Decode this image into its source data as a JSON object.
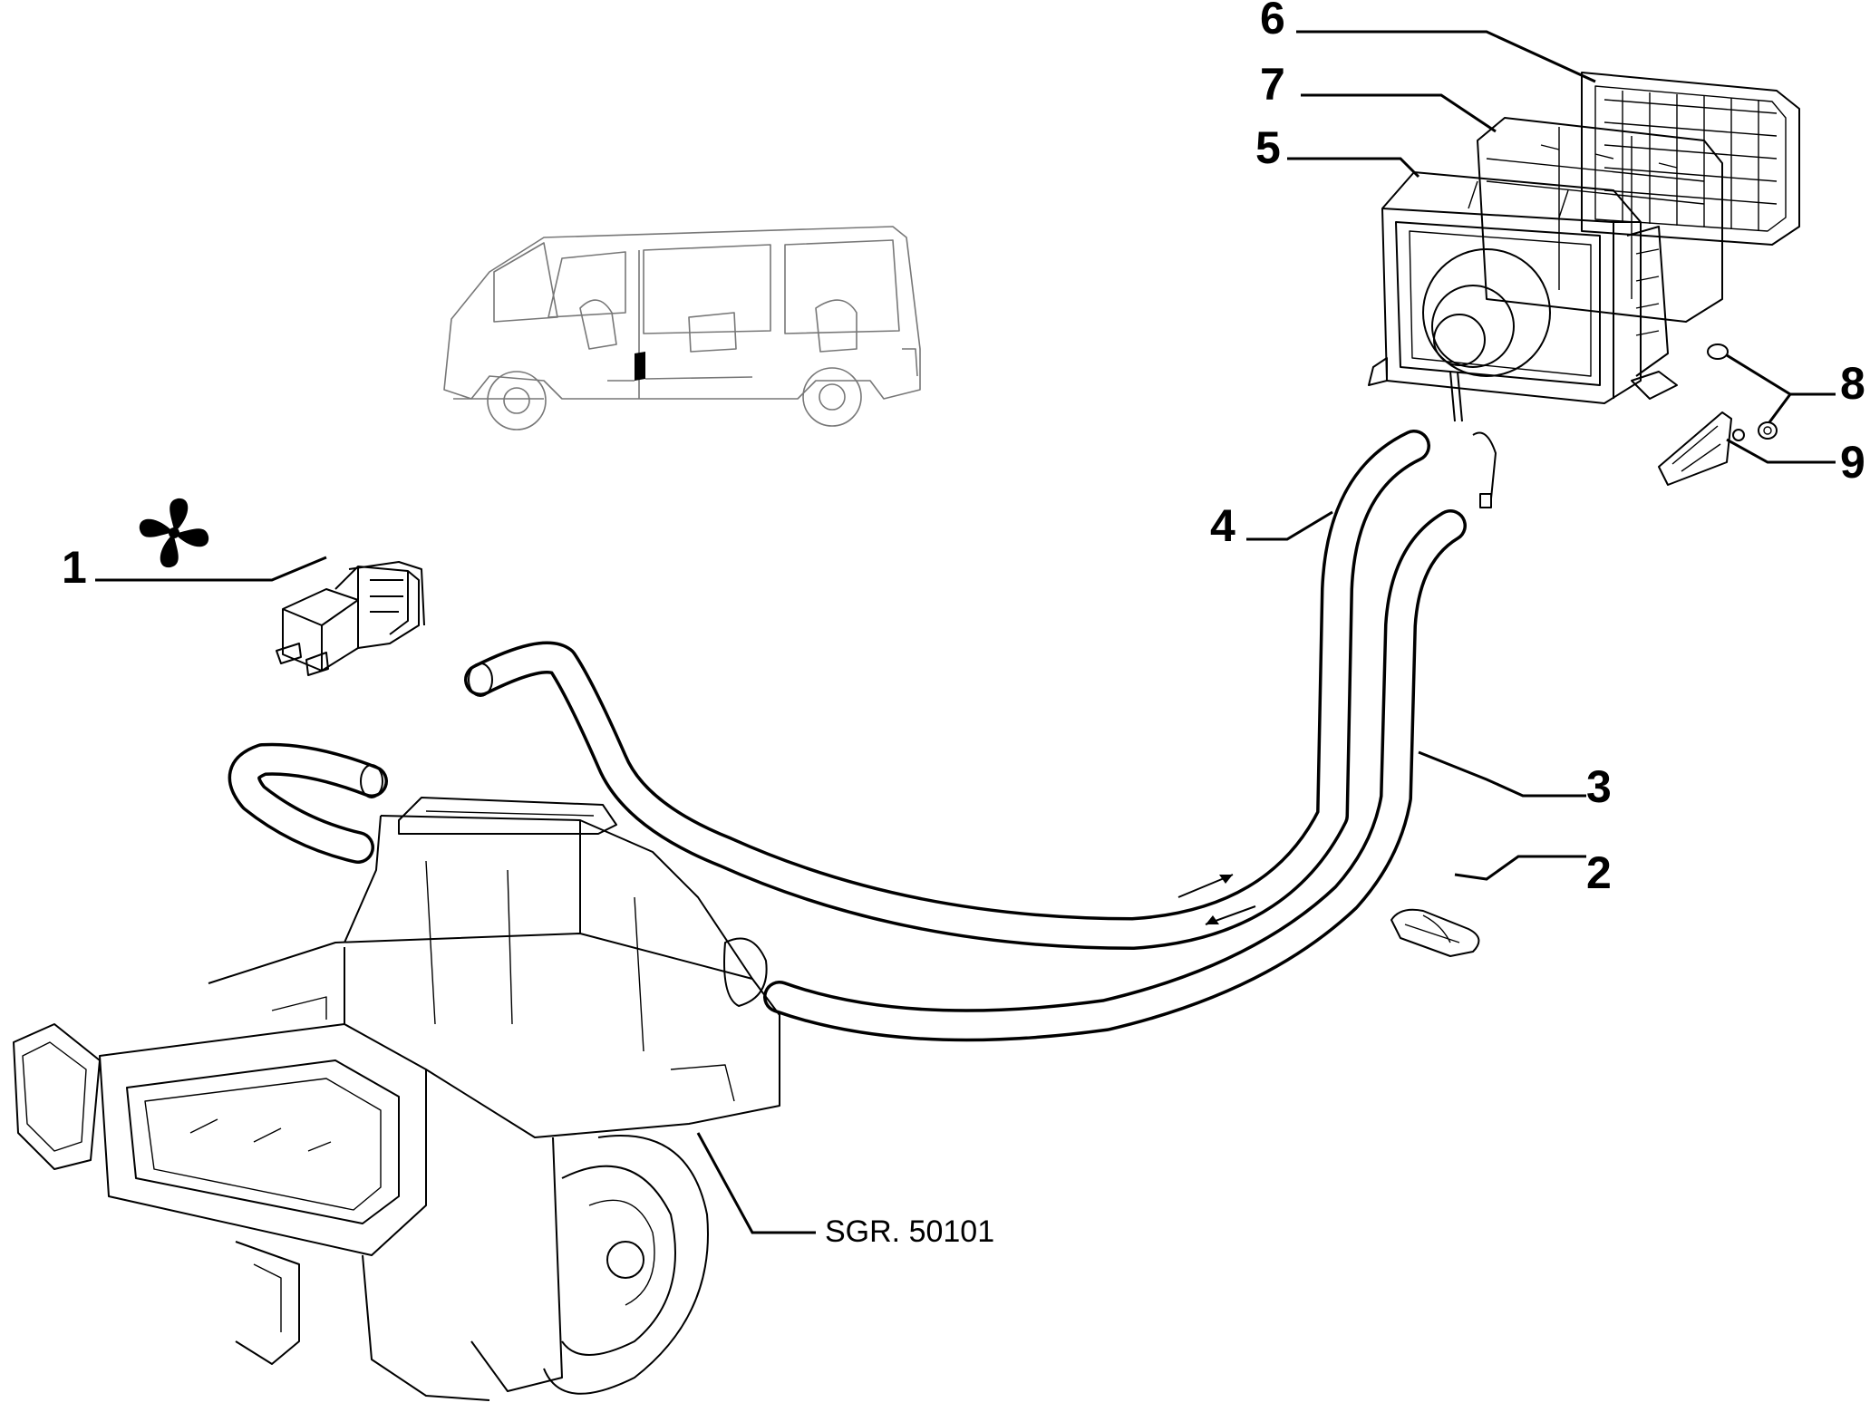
{
  "callouts": {
    "c1": "1",
    "c2": "2",
    "c3": "3",
    "c4": "4",
    "c5": "5",
    "c6": "6",
    "c7": "7",
    "c8": "8",
    "c9": "9"
  },
  "reference": {
    "label": "SGR. 50101"
  },
  "icons": {
    "fan": "fan-icon"
  }
}
